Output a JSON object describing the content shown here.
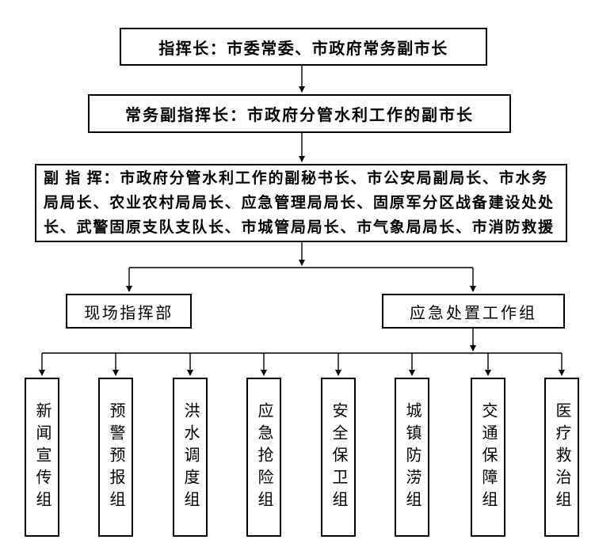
{
  "chart": {
    "type": "org-flowchart",
    "commander": "指挥长：市委常委、市政府常务副市长",
    "executive_deputy": "常务副指挥长：市政府分管水利工作的副市长",
    "deputy_lines": [
      "副 指 挥：市政府分管水利工作的副秘书长、市公安局副局长、市水务",
      "局局长、农业农村局局长、应急管理局局长、固原军分区战备建设处处",
      "长、武警固原支队支队长、市城管局局长、市气象局局长、市消防救援"
    ],
    "branches": {
      "field_command": "现场指挥部",
      "emergency_group": "应急处置工作组"
    },
    "work_groups": [
      "新闻宣传组",
      "预警预报组",
      "洪水调度组",
      "应急抢险组",
      "安全保卫组",
      "城镇防涝组",
      "交通保障组",
      "医疗救治组"
    ],
    "colors": {
      "line": "#000000",
      "text": "#000000",
      "background": "#ffffff"
    }
  }
}
